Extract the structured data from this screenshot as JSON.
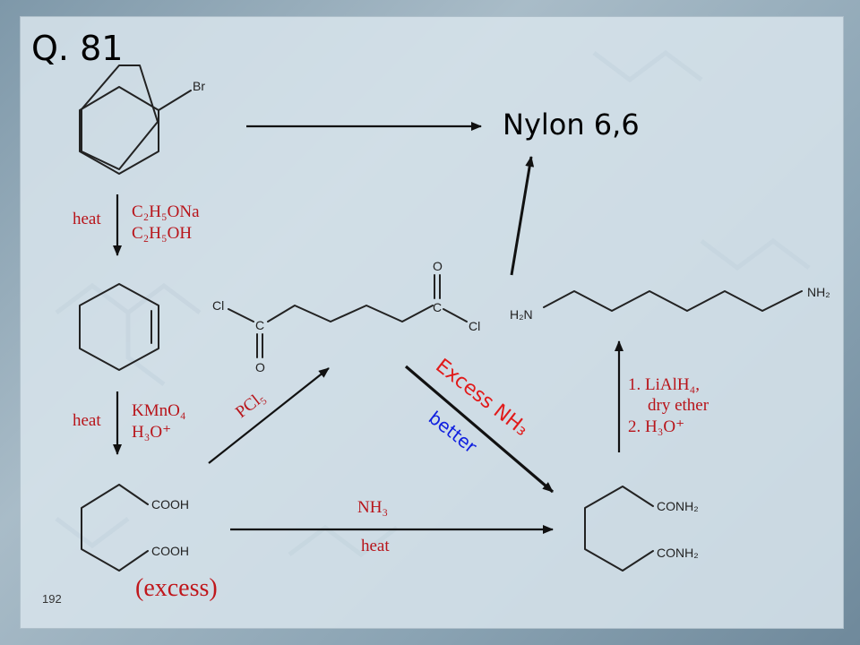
{
  "title": "Q. 81",
  "product": "Nylon 6,6",
  "page_number": "192",
  "molecules": {
    "bromo_label": "Br",
    "chloride_left": "Cl",
    "chloride_right": "Cl",
    "carbon": "C",
    "oxygen": "O",
    "h2n": "H₂N",
    "nh2": "NH₂",
    "cooh": "COOH",
    "conh2": "CONH₂"
  },
  "steps": {
    "step1_heat": "heat",
    "step1_reagent_line1": "C₂H₅ONa",
    "step1_reagent_line2": "C₂H₅OH",
    "step2_heat": "heat",
    "step2_reagent_line1": "KMnO₄",
    "step2_reagent_line2": "H₃O⁺",
    "step3_reagent": "PCl₅",
    "step4_reagent": "NH₃",
    "step4_condition": "heat",
    "step5_line1": "1. LiAlH₄,",
    "step5_line2": "dry ether",
    "step5_line3": "2. H₃O⁺",
    "excess_label": "(excess)"
  },
  "annotations": {
    "excess_nh3": "Excess NH₃",
    "better": "better"
  },
  "colors": {
    "red_reagent": "#b8141a",
    "hand_red": "#e11a1a",
    "hand_blue": "#1020e0"
  }
}
